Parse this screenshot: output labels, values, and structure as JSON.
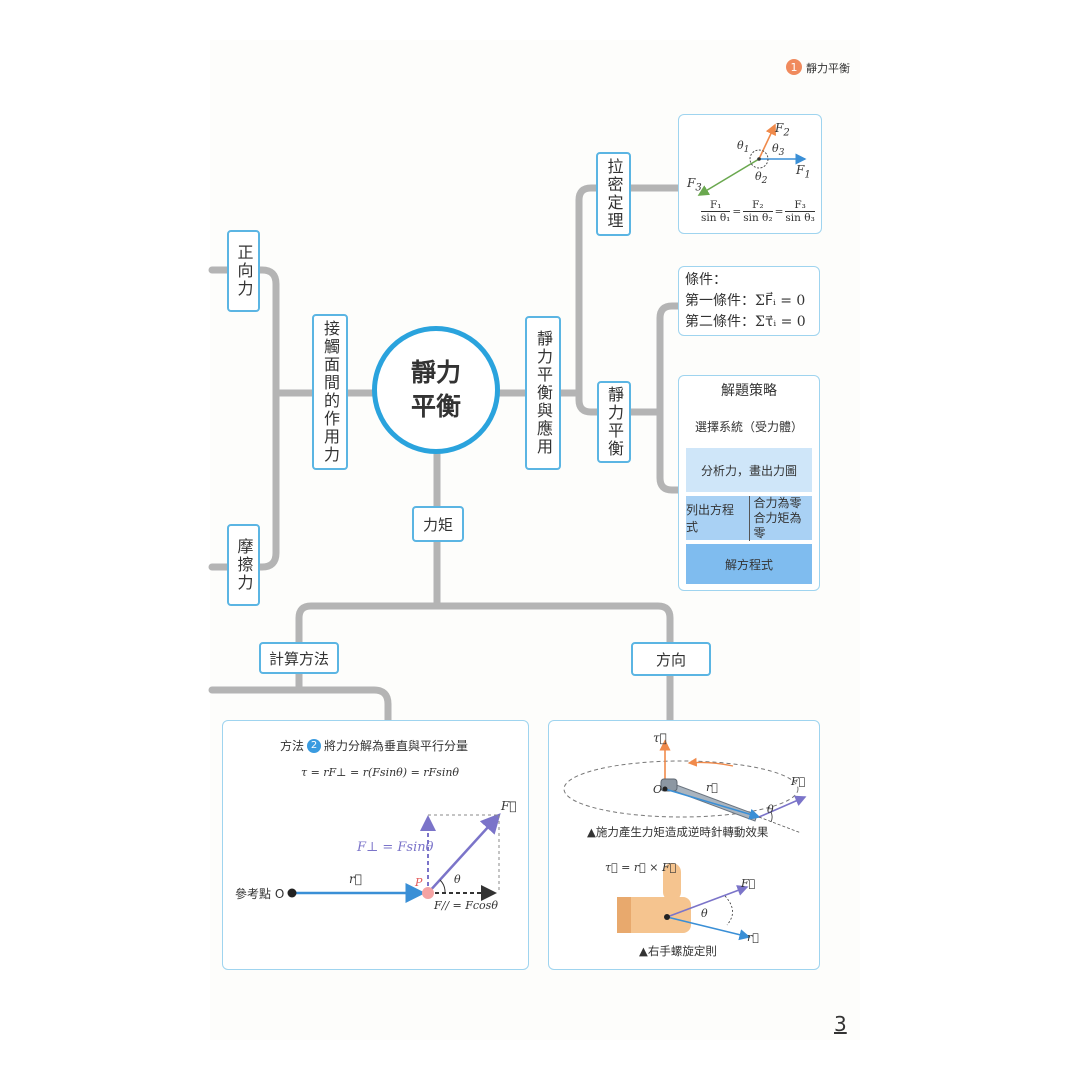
{
  "header": {
    "chapter_number": "1",
    "chapter_title": "靜力平衡"
  },
  "center": {
    "line1": "靜力",
    "line2": "平衡"
  },
  "nodes": {
    "normal_force": "正向力",
    "contact_force": "接觸面間的作用力",
    "friction": "摩擦力",
    "equilibrium_application": "靜力平衡與應用",
    "lami_theorem": "拉密定理",
    "static_equilibrium": "靜力平衡",
    "torque": "力矩",
    "calc_method": "計算方法",
    "direction": "方向"
  },
  "lami": {
    "labels": {
      "F1": "F",
      "F2": "F",
      "F3": "F",
      "t1": "θ",
      "t2": "θ",
      "t3": "θ"
    },
    "subs": {
      "s1": "1",
      "s2": "2",
      "s3": "3"
    },
    "formula": {
      "num": [
        "F₁",
        "F₂",
        "F₃"
      ],
      "den": [
        "sin θ₁",
        "sin θ₂",
        "sin θ₃"
      ],
      "eq": "="
    }
  },
  "conditions": {
    "title": "條件：",
    "first_label": "第一條件：",
    "first_eq": "ΣF⃗ᵢ = 0",
    "second_label": "第二條件：",
    "second_eq": "Στ⃗ᵢ = 0"
  },
  "strategy": {
    "title": "解題策略",
    "step1": "選擇系統（受力體）",
    "step2": "分析力，畫出力圖",
    "step3_left": "列出方程式",
    "step3_right1": "合力為零",
    "step3_right2": "合力矩為零",
    "step4": "解方程式"
  },
  "method": {
    "prefix": "方法",
    "badge": "2",
    "title": "將力分解為垂直與平行分量",
    "formula": "τ = rF⊥ = r(Fsinθ) = rFsinθ",
    "ref_point": "參考點 O",
    "r_label": "r⃗",
    "f_label": "F⃗",
    "perp_label": "F⊥ = Fsinθ",
    "p_label": "P",
    "theta": "θ",
    "par_label": "F// = Fcosθ"
  },
  "direction_panel": {
    "tau_label": "τ⃗",
    "o_label": "O",
    "r_label": "r⃗",
    "f_label": "F⃗",
    "theta": "θ",
    "caption1": "▲施力產生力矩造成逆時針轉動效果",
    "cross_formula": "τ⃗ = r⃗ × F⃗",
    "caption2": "▲右手螺旋定則"
  },
  "footer": {
    "page_number": "3"
  },
  "colors": {
    "accent_blue": "#2aa3dd",
    "box_border": "#5bb5e3",
    "line_gray": "#b4b4b4",
    "badge_orange": "#f08a5d",
    "arrow_blue": "#3a8fd6",
    "arrow_purple": "#7b74c9",
    "arrow_orange": "#f08a4b",
    "arrow_green": "#6aa84f"
  }
}
